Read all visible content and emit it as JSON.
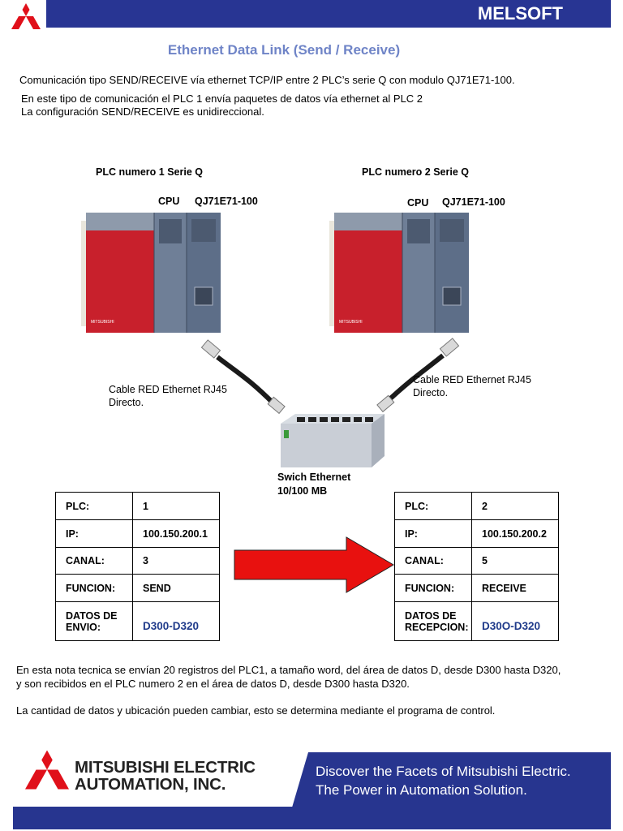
{
  "header": {
    "brand": "MELSOFT"
  },
  "title": "Ethernet Data Link  (Send / Receive)",
  "intro": {
    "line1": "Comunicación tipo SEND/RECEIVE vía ethernet TCP/IP entre 2 PLC’s serie Q con modulo QJ71E71-100.",
    "line2": "En este tipo de comunicación el PLC 1 envía paquetes de datos vía ethernet al PLC 2",
    "line3": "La configuración  SEND/RECEIVE es unidireccional."
  },
  "plc1": {
    "heading": "PLC numero 1 Serie Q",
    "cpu": "CPU",
    "module": "QJ71E71-100",
    "brand_text": "MITSUBISHI"
  },
  "plc2": {
    "heading": "PLC numero 2 Serie Q",
    "cpu": "CPU",
    "module": "QJ71E71-100",
    "brand_text": "MITSUBISHI"
  },
  "cable_left": {
    "line1": "Cable RED Ethernet RJ45",
    "line2": "Directo."
  },
  "cable_right": {
    "line1": "Cable RED Ethernet RJ45",
    "line2": "Directo."
  },
  "switch": {
    "line1": "Swich Ethernet",
    "line2": "10/100 MB"
  },
  "table_left": {
    "rows": [
      {
        "key": "PLC:",
        "value": "1"
      },
      {
        "key": "IP:",
        "value": "100.150.200.1"
      },
      {
        "key": "CANAL:",
        "value": "3"
      },
      {
        "key": "FUNCION:",
        "value": "SEND"
      }
    ],
    "data_key1": "DATOS DE",
    "data_key2": "ENVIO:",
    "data_value": "D300-D320"
  },
  "table_right": {
    "rows": [
      {
        "key": "PLC:",
        "value": "2"
      },
      {
        "key": "IP:",
        "value": "100.150.200.2"
      },
      {
        "key": "CANAL:",
        "value": "5"
      },
      {
        "key": "FUNCION:",
        "value": "RECEIVE"
      }
    ],
    "data_key1": "DATOS DE",
    "data_key2": "RECEPCION:",
    "data_value": "D30O-D320"
  },
  "notes": {
    "line1": "En esta nota tecnica se envían 20 registros del PLC1, a tamaño word, del área de datos D, desde D300 hasta D320,",
    "line2": "y son recibidos en el PLC numero 2 en el área de datos D, desde D300 hasta D320.",
    "line3": "La cantidad de datos y ubicación pueden cambiar, esto se determina mediante el programa de control."
  },
  "footer": {
    "company_line1": "MITSUBISHI ELECTRIC",
    "company_line2": "AUTOMATION, INC.",
    "tagline1": "Discover the Facets of Mitsubishi Electric.",
    "tagline2": "The Power in Automation Solution."
  },
  "colors": {
    "header": "#283593",
    "title": "#6f84c7",
    "arrow": "#e8110f",
    "logo": "#e0101a",
    "module_red": "#c8202c"
  }
}
